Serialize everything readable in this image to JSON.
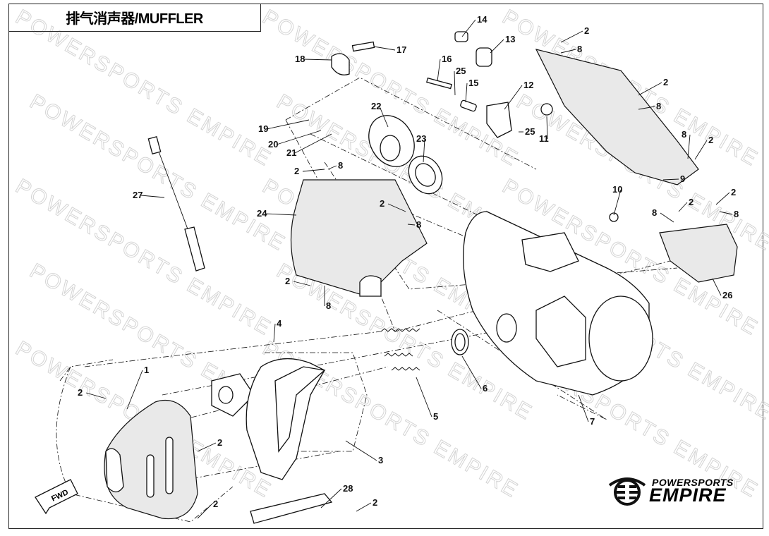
{
  "title": "排气消声器/MUFFLER",
  "watermark": "POWERSPORTS EMPIRE",
  "logo": {
    "line1": "POWERSPORTS",
    "line2": "EMPIRE"
  },
  "fwd_label": "FWD",
  "callouts": [
    {
      "n": "14"
    },
    {
      "n": "13"
    },
    {
      "n": "17"
    },
    {
      "n": "18"
    },
    {
      "n": "16"
    },
    {
      "n": "25"
    },
    {
      "n": "15"
    },
    {
      "n": "12"
    },
    {
      "n": "2"
    },
    {
      "n": "8"
    },
    {
      "n": "2"
    },
    {
      "n": "8"
    },
    {
      "n": "22"
    },
    {
      "n": "19"
    },
    {
      "n": "20"
    },
    {
      "n": "21"
    },
    {
      "n": "23"
    },
    {
      "n": "25"
    },
    {
      "n": "11"
    },
    {
      "n": "8"
    },
    {
      "n": "2"
    },
    {
      "n": "9"
    },
    {
      "n": "2"
    },
    {
      "n": "8"
    },
    {
      "n": "27"
    },
    {
      "n": "10"
    },
    {
      "n": "2"
    },
    {
      "n": "2"
    },
    {
      "n": "8"
    },
    {
      "n": "8"
    },
    {
      "n": "24"
    },
    {
      "n": "2"
    },
    {
      "n": "8"
    },
    {
      "n": "2"
    },
    {
      "n": "8"
    },
    {
      "n": "26"
    },
    {
      "n": "4"
    },
    {
      "n": "1"
    },
    {
      "n": "2"
    },
    {
      "n": "6"
    },
    {
      "n": "5"
    },
    {
      "n": "7"
    },
    {
      "n": "2"
    },
    {
      "n": "3"
    },
    {
      "n": "28"
    },
    {
      "n": "2"
    },
    {
      "n": "2"
    }
  ]
}
